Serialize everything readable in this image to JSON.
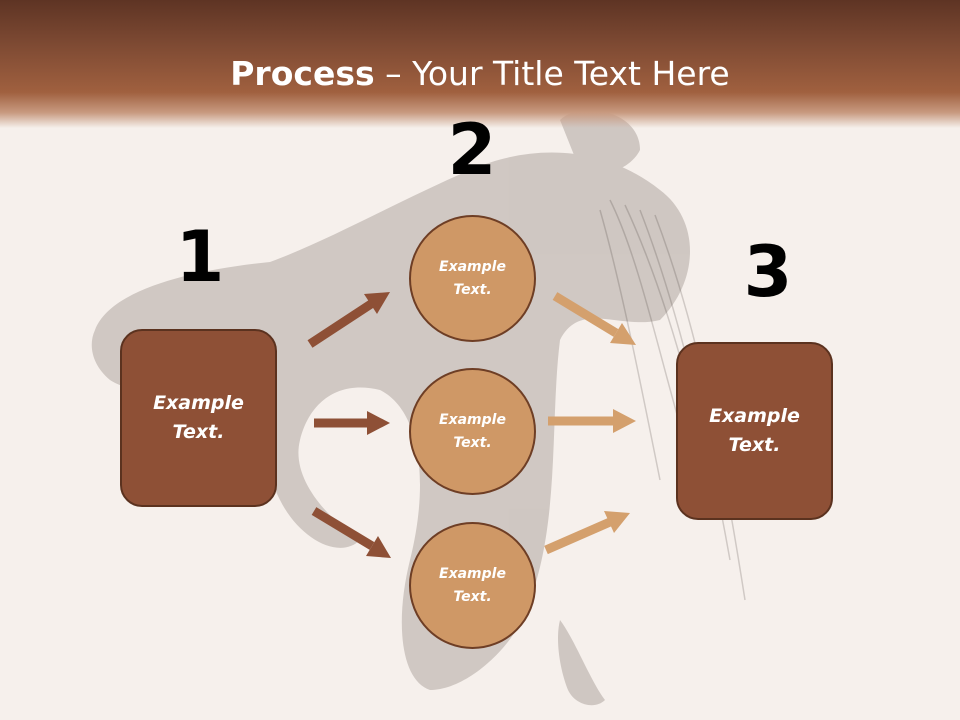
{
  "slide": {
    "title_bold": "Process",
    "title_rest": " – Your Title Text Here"
  },
  "steps": {
    "step1_number": "1",
    "step2_number": "2",
    "step3_number": "3"
  },
  "nodes": {
    "left_box": "Example Text.",
    "circle_top": "Example Text.",
    "circle_middle": "Example Text.",
    "circle_bottom": "Example Text.",
    "right_box": "Example Text."
  },
  "colors": {
    "header": "#7e4a33",
    "box_fill": "#8e5036",
    "circle_fill": "#cf9866",
    "arrow_dark": "#8e5036",
    "arrow_light": "#d4a06d"
  }
}
